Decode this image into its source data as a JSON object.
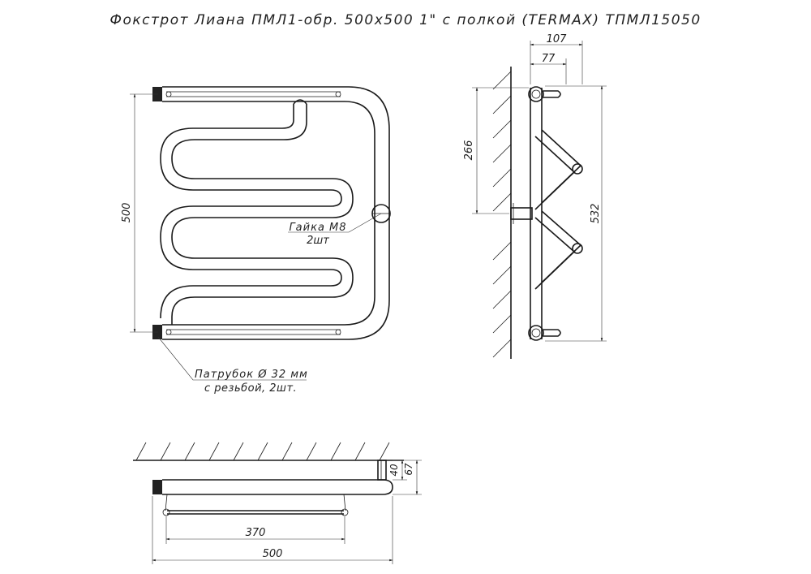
{
  "title": "Фокстрот Лиана ПМЛ1-обр. 500х500 1\"   с полкой (TERMAX) ТПМЛ15050",
  "front_view": {
    "height_dim": "500",
    "nut_label": "Гайка М8",
    "nut_qty": "2шт",
    "pipe_label": "Патрубок Ø 32 мм",
    "pipe_qty": "с резьбой, 2шт."
  },
  "side_view": {
    "dim_depth_total": "107",
    "dim_depth_inner": "77",
    "dim_mount_height": "266",
    "dim_total_height": "532"
  },
  "top_view": {
    "dim_shelf": "370",
    "dim_width": "500",
    "dim_offset_small": "40",
    "dim_offset_large": "67"
  },
  "colors": {
    "line": "#1a1a1a",
    "background": "#ffffff"
  }
}
